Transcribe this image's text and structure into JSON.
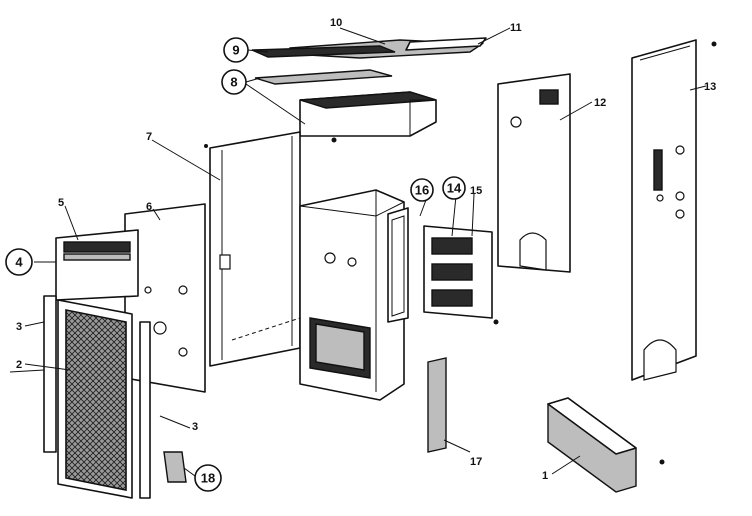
{
  "diagram": {
    "callouts": {
      "c1": "1",
      "c2": "2",
      "c3a": "3",
      "c3b": "3",
      "c4": "4",
      "c5": "5",
      "c6": "6",
      "c7": "7",
      "c8": "8",
      "c9": "9",
      "c10": "10",
      "c11": "11",
      "c12": "12",
      "c13": "13",
      "c14": "14",
      "c15": "15",
      "c16": "16",
      "c17": "17",
      "c18": "18"
    }
  }
}
